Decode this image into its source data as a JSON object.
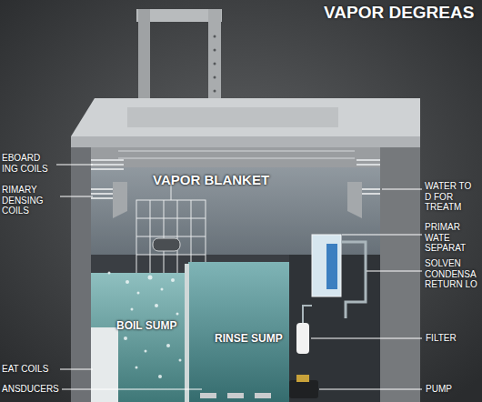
{
  "diagram": {
    "title": "VAPOR DEGREAS",
    "labels": [
      "VAPOR BLANKET",
      "BOIL SUMP",
      "RINSE SUMP",
      "EBOARD ING COILS",
      "RIMARY DENSING COILS",
      "EAT COILS",
      "ANSDUCERS",
      "WATER TO D FOR TREATM",
      "PRIMAR WATE SEPARAT",
      "SOLVEN CONDENSA RETURN LO",
      "FILTER",
      "PUMP"
    ]
  }
}
